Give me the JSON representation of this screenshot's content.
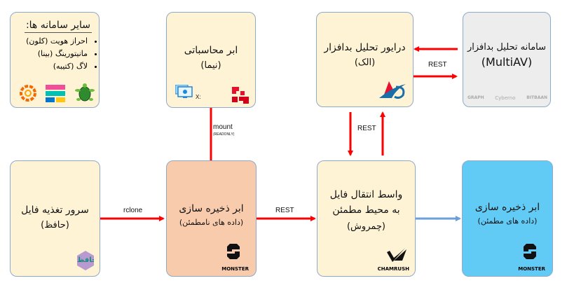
{
  "other_systems": {
    "title": "سایر سامانه ها:",
    "items": [
      "احراز هویت (کلون)",
      "مانیتورینگ (بینا)",
      "لاگ (کتیبه)"
    ],
    "icons": [
      "grafana-icon",
      "elastic-icon",
      "turtle-icon"
    ]
  },
  "compute_cloud": {
    "title": "ابر محاسباتی",
    "subtitle": "(نیما)",
    "drive_label": "X:"
  },
  "av_driver": {
    "title": "درایور تحلیل بدافزار",
    "subtitle": "(الک)"
  },
  "multiav": {
    "title": "سامانه تحلیل بدافزار",
    "subtitle": "(MultiAV)",
    "vendors": [
      "GRAPH",
      "Cyberno",
      "BITBAAN"
    ]
  },
  "feed_server": {
    "title": "سرور تغذیه فایل",
    "subtitle": "(حافظ)",
    "logo_text": "حافظ"
  },
  "untrusted_storage": {
    "title": "ابر ذخیره سازی",
    "subtitle": "(داده های نامطمئن)",
    "logo_text": "MONSTER"
  },
  "transfer": {
    "title": "واسط انتقال فایل",
    "title2": "به محیط مطمئن",
    "subtitle": "(چمروش)",
    "logo_text": "CHAMRUSH"
  },
  "trusted_storage": {
    "title": "ابر ذخیره سازی",
    "subtitle": "(داده های مطمئن)",
    "logo_text": "MONSTER"
  },
  "edges": {
    "rclone": "rclone",
    "rest_storage": "REST",
    "rest_driver": "REST",
    "rest_multiav": "REST",
    "mount": "mount",
    "mount_note": "(READONLY)"
  },
  "colors": {
    "arrow": "#ff0000",
    "trusted_arrow": "#6a9fd8",
    "box_fill": "#fff3d6",
    "untrusted_fill": "#f8cbad",
    "trusted_fill": "#62cbf5",
    "multiav_fill": "#ededed"
  }
}
